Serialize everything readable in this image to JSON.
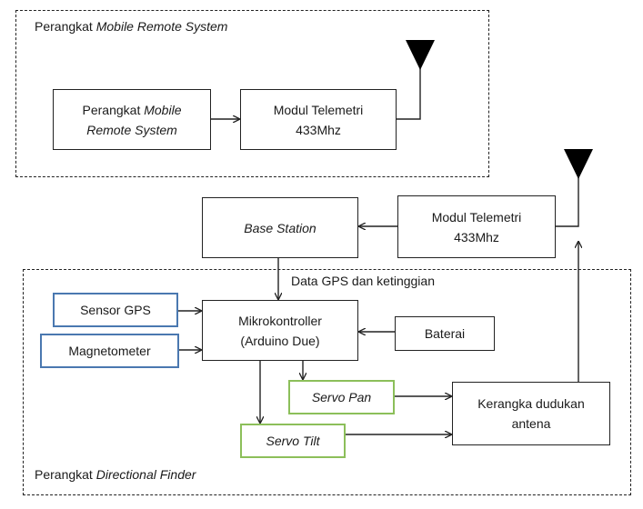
{
  "groups": {
    "mobile": {
      "label_prefix": "Perangkat ",
      "label_italic": "Mobile Remote System"
    },
    "finder": {
      "label_prefix": "Perangkat ",
      "label_italic": "Directional Finder"
    }
  },
  "boxes": {
    "mobile_device": {
      "line1_prefix": "Perangkat ",
      "line1_italic": "Mobile",
      "line2_italic": "Remote System"
    },
    "telemetry_mobile": {
      "line1": "Modul Telemetri",
      "line2": "433Mhz"
    },
    "base_station": {
      "italic": "Base Station"
    },
    "telemetry_base": {
      "line1": "Modul Telemetri",
      "line2": "433Mhz"
    },
    "gps": {
      "text": "Sensor GPS",
      "border_color": "#4a78b0"
    },
    "magnetometer": {
      "text": "Magnetometer",
      "border_color": "#4a78b0"
    },
    "microcontroller": {
      "line1": "Mikrokontroller",
      "line2": "(Arduino Due)"
    },
    "battery": {
      "text": "Baterai"
    },
    "servo_pan": {
      "italic": "Servo Pan",
      "border_color": "#8cbf5a"
    },
    "servo_tilt": {
      "italic": "Servo Tilt",
      "border_color": "#8cbf5a"
    },
    "antenna_mount": {
      "line1": "Kerangka dudukan",
      "line2": "antena"
    }
  },
  "edge_labels": {
    "gps_data": "Data GPS dan ketinggian"
  },
  "icons": [
    "antenna-icon",
    "antenna-icon"
  ]
}
